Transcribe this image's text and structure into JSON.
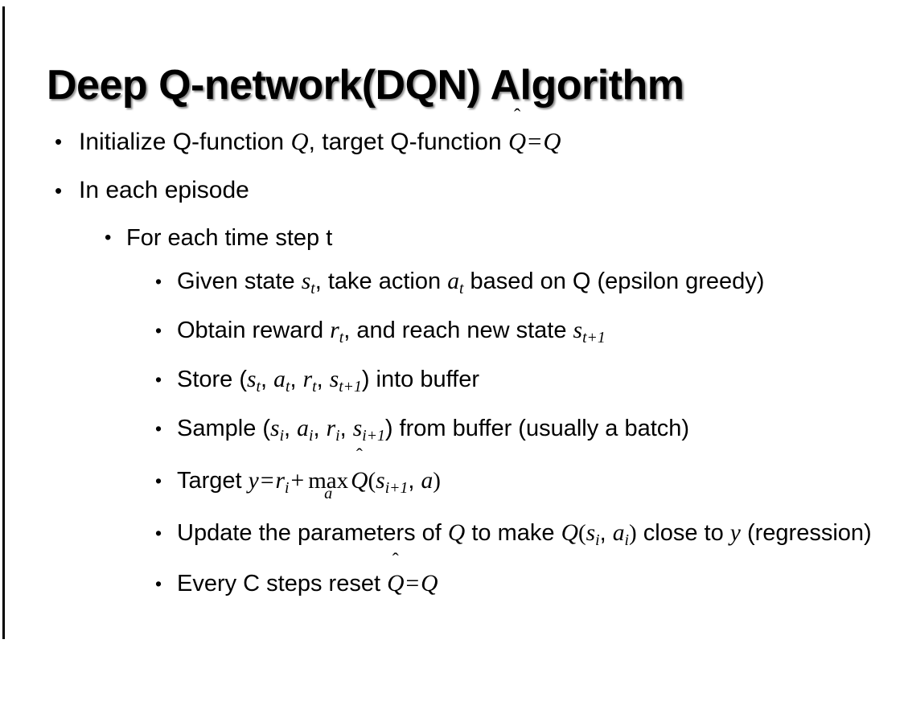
{
  "slide": {
    "title": "Deep Q-network(DQN) Algorithm",
    "background_color": "#ffffff",
    "text_color": "#000000",
    "left_rule_color": "#000000",
    "bullet_glyph": "•"
  },
  "bullets": {
    "b1": {
      "level": 1,
      "prefix": "Initialize Q-function ",
      "var_q1": "Q",
      "mid": ", target Q-function ",
      "qhat": "Q",
      "hat": "̂",
      "eq": "=",
      "var_q2": "Q",
      "plain_text": "Initialize Q-function Q, target Q-function Q̂ = Q"
    },
    "b2": {
      "level": 1,
      "text": "In each episode"
    },
    "b3": {
      "level": 2,
      "text": "For each time step t"
    },
    "b4": {
      "level": 3,
      "seg1": "Given state ",
      "s": "s",
      "s_sub": "t",
      "seg2": ", take action ",
      "a": "a",
      "a_sub": "t",
      "seg3": " based on Q (epsilon greedy)",
      "plain_text": "Given state sₜ, take action aₜ based on Q (epsilon greedy)"
    },
    "b5": {
      "level": 3,
      "seg1": "Obtain reward ",
      "r": "r",
      "r_sub": "t",
      "seg2": ", and reach new state ",
      "s": "s",
      "s_sub": "t+1",
      "plain_text": "Obtain reward rₜ, and reach new state sₜ₊₁"
    },
    "b6": {
      "level": 3,
      "seg1": "Store (",
      "s1": "s",
      "s1_sub": "t",
      "c1": ", ",
      "a1": "a",
      "a1_sub": "t",
      "c2": ", ",
      "r1": "r",
      "r1_sub": "t",
      "c3": ", ",
      "s2": "s",
      "s2_sub": "t+1",
      "seg2": ") into buffer",
      "plain_text": "Store (sₜ, aₜ, rₜ, sₜ₊₁) into buffer"
    },
    "b7": {
      "level": 3,
      "seg1": "Sample (",
      "s1": "s",
      "s1_sub": "i",
      "c1": ", ",
      "a1": "a",
      "a1_sub": "i",
      "c2": ", ",
      "r1": "r",
      "r1_sub": "i",
      "c3": ", ",
      "s2": "s",
      "s2_sub": "i+1",
      "seg2": ") from buffer (usually a batch)",
      "plain_text": "Sample (sᵢ, aᵢ, rᵢ, sᵢ₊₁) from buffer (usually a batch)"
    },
    "b8": {
      "level": 3,
      "seg1": "Target ",
      "y": "y",
      "eq": "=",
      "r": "r",
      "r_sub": "i",
      "plus": "+",
      "max": "max",
      "max_sub": "a",
      "qhat": "Q",
      "hat": "̂",
      "paren_open": "(",
      "s": "s",
      "s_sub": "i+1",
      "comma": ", ",
      "a": "a",
      "paren_close": ")",
      "plain_text": "Target y = rᵢ + maxₐ Q̂(sᵢ₊₁, a)"
    },
    "b9": {
      "level": 3,
      "seg1": "Update the parameters of ",
      "q1": "Q",
      "seg2": " to make ",
      "q2": "Q",
      "paren_open": "(",
      "s": "s",
      "s_sub": "i",
      "comma": ", ",
      "a": "a",
      "a_sub": "i",
      "paren_close": ")",
      "seg3": " close to ",
      "y": "y",
      "seg4": " (regression)",
      "plain_text": "Update the parameters of Q to make Q(sᵢ, aᵢ) close to y (regression)"
    },
    "b10": {
      "level": 3,
      "seg1": "Every C steps reset ",
      "qhat": "Q",
      "hat": "̂",
      "eq": "=",
      "q": "Q",
      "plain_text": "Every C steps reset Q̂ = Q"
    }
  }
}
